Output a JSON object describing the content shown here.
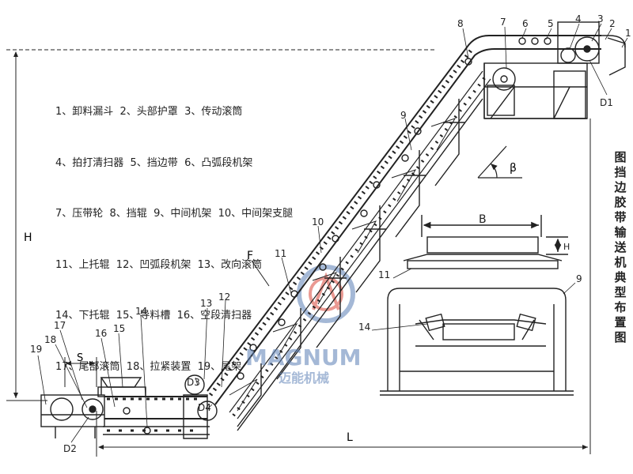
{
  "diagram": {
    "title_vertical": "图挡边胶带输送机典型布置图",
    "legend": [
      "1、卸料漏斗  2、头部护罩  3、传动滚筒",
      "4、拍打清扫器  5、挡边带  6、凸弧段机架",
      "7、压带轮  8、挡辊  9、中间机架  10、中间架支腿",
      "11、上托辊  12、凹弧段机架  13、改向滚筒",
      "14、下托辊  15、导料槽  16、空段清扫器",
      "17、尾部滚筒  18、拉紧装置  19、尾架"
    ],
    "dims": {
      "H": "H",
      "L": "L",
      "S": "S",
      "F": "F",
      "beta": "β",
      "B": "B",
      "h": "H"
    },
    "drums": {
      "d1": "D1",
      "d2": "D2",
      "d3": "D3",
      "d4": "D4"
    },
    "part_numbers": {
      "n1": "1",
      "n2": "2",
      "n3": "3",
      "n4": "4",
      "n5": "5",
      "n6": "6",
      "n7": "7",
      "n8": "8",
      "n9": "9",
      "n10": "10",
      "n11": "11",
      "n12": "12",
      "n13": "13",
      "n14": "14",
      "n15": "15",
      "n16": "16",
      "n17": "17",
      "n18": "18",
      "n19": "19",
      "x9": "9",
      "x11": "11",
      "x14": "14"
    }
  },
  "watermark": {
    "brand": "MAGNUM",
    "brand_cn": "迈能机械",
    "colors": {
      "blue": "#5b7fb5",
      "red": "#d9463a"
    }
  }
}
